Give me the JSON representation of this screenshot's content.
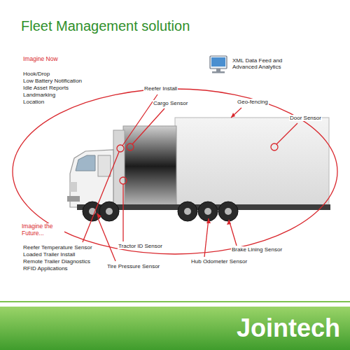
{
  "diagram": {
    "title": "Fleet Management solution",
    "labels": [
      "Imagine Now",
      "Hook/Drop",
      "Low Battery Notification",
      "Idle Asset Reports",
      "Landmarking",
      "Location",
      "XML Data Feed and Advanced Analytics",
      "Reefer Install",
      "Cargo Sensor",
      "Geo-fencing",
      "Door Sensor",
      "Imagine the Future...",
      "Reefer Temperature Sensor",
      "Loaded Trailer Install",
      "Remote Trailer Diagnostics",
      "RFID Applications",
      "Tractor ID Sensor",
      "Tire Pressure Sensor",
      "Hub Odometer Sensor",
      "Brake Lining Sensor",
      "Jointech"
    ]
  }
}
